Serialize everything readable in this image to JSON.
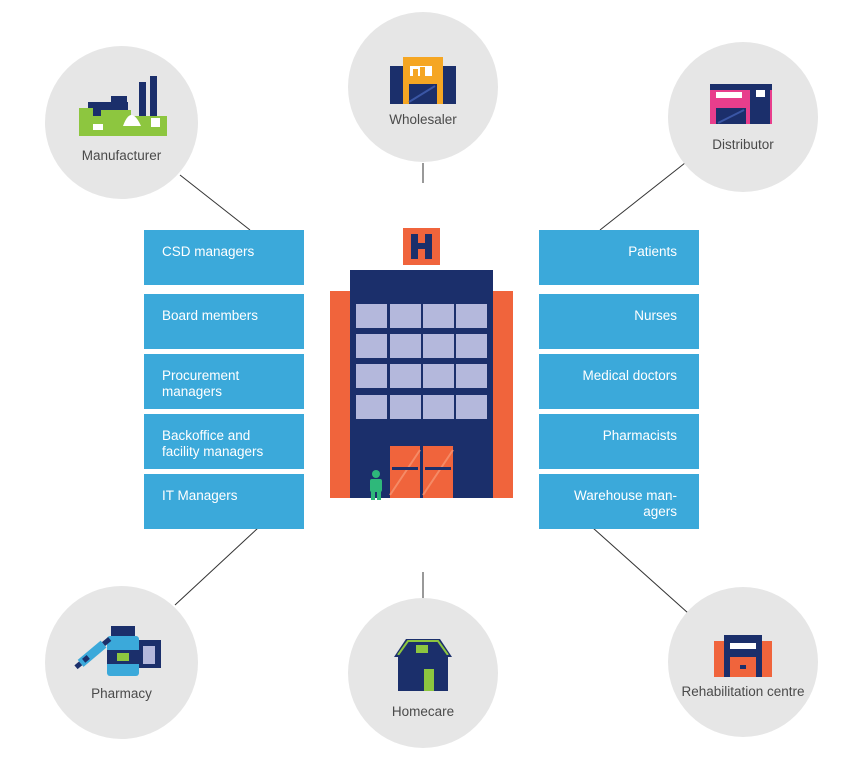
{
  "nodes": {
    "manufacturer": "Manufacturer",
    "wholesaler": "Wholesaler",
    "distributor": "Distributor",
    "pharmacy": "Pharmacy",
    "homecare": "Homecare",
    "rehabilitation": "Rehabilitation centre"
  },
  "left_roles": [
    "CSD managers",
    "Board members",
    "Procurement managers",
    "Backoffice and facility managers",
    "IT Managers"
  ],
  "right_roles": [
    "Patients",
    "Nurses",
    "Medical doctors",
    "Pharmacists",
    "Warehouse man-agers"
  ],
  "colors": {
    "circle": "#e6e6e6",
    "role_box": "#3ba9da",
    "navy": "#1b2f6b",
    "orange": "#f0643c",
    "green": "#8dc63f",
    "pink": "#e83e8c",
    "window": "#b4b8dc"
  }
}
